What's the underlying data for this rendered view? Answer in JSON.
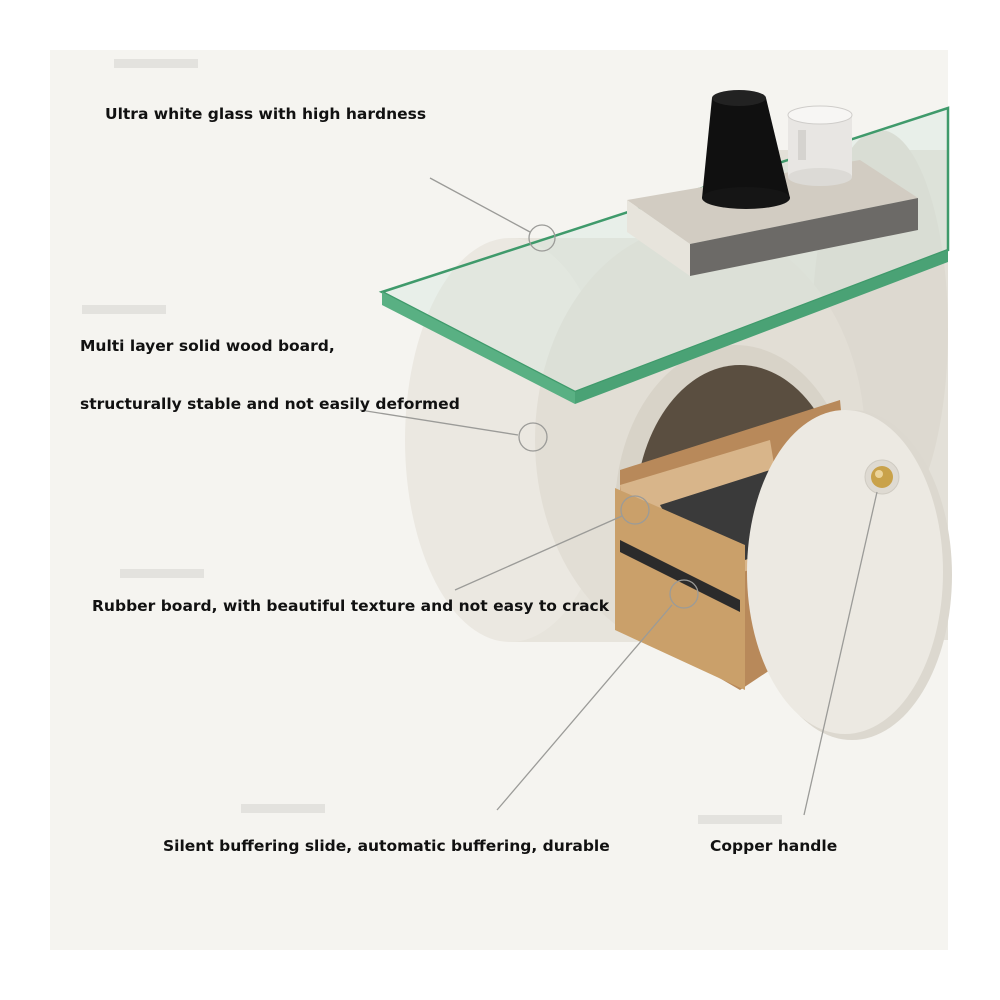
{
  "colors": {
    "background": "#f5f4f0",
    "cabinet": "#e7e4dc",
    "glass_edge": "#3f9a6b",
    "wood": "#c99a5e",
    "copper": "#c9a24a",
    "text": "#111111"
  },
  "annotations": [
    {
      "id": "glass",
      "text": "Ultra white glass with high hardness"
    },
    {
      "id": "board-line1",
      "text": "Multi layer solid wood board,"
    },
    {
      "id": "board-line2",
      "text": "structurally stable and not easily deformed"
    },
    {
      "id": "rubber",
      "text": "Rubber board, with beautiful texture and not easy to crack"
    },
    {
      "id": "slide",
      "text": "Silent buffering slide, automatic buffering, durable"
    },
    {
      "id": "handle",
      "text": "Copper handle"
    }
  ]
}
